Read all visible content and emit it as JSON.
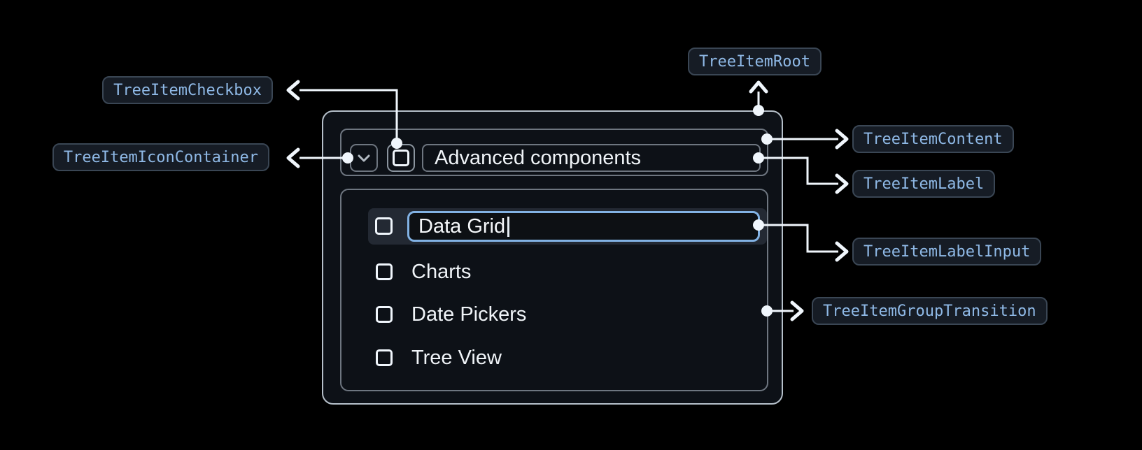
{
  "diagram": {
    "badges": {
      "root": "TreeItemRoot",
      "checkbox": "TreeItemCheckbox",
      "icon_container": "TreeItemIconContainer",
      "content": "TreeItemContent",
      "label": "TreeItemLabel",
      "label_input": "TreeItemLabelInput",
      "group_transition": "TreeItemGroupTransition"
    }
  },
  "tree": {
    "parent": {
      "label": "Advanced components",
      "expanded": true,
      "checked": false
    },
    "editing_item": {
      "value": "Data Grid",
      "checked": false
    },
    "items": [
      {
        "label": "Charts",
        "checked": false
      },
      {
        "label": "Date Pickers",
        "checked": false
      },
      {
        "label": "Tree View",
        "checked": false
      }
    ]
  },
  "colors": {
    "page_background": "#000000",
    "component_background": "#0d1117",
    "outer_border": "#b6c0ca",
    "inner_border": "#6e7680",
    "badge_text": "#8fb9e6",
    "badge_background": "#161c25",
    "badge_border": "#3a4654",
    "input_accent_blue": "#82b2e4",
    "selected_row_background": "#232933",
    "annotation_line": "#f0f6fc",
    "text_primary": "#f0f4f8"
  }
}
